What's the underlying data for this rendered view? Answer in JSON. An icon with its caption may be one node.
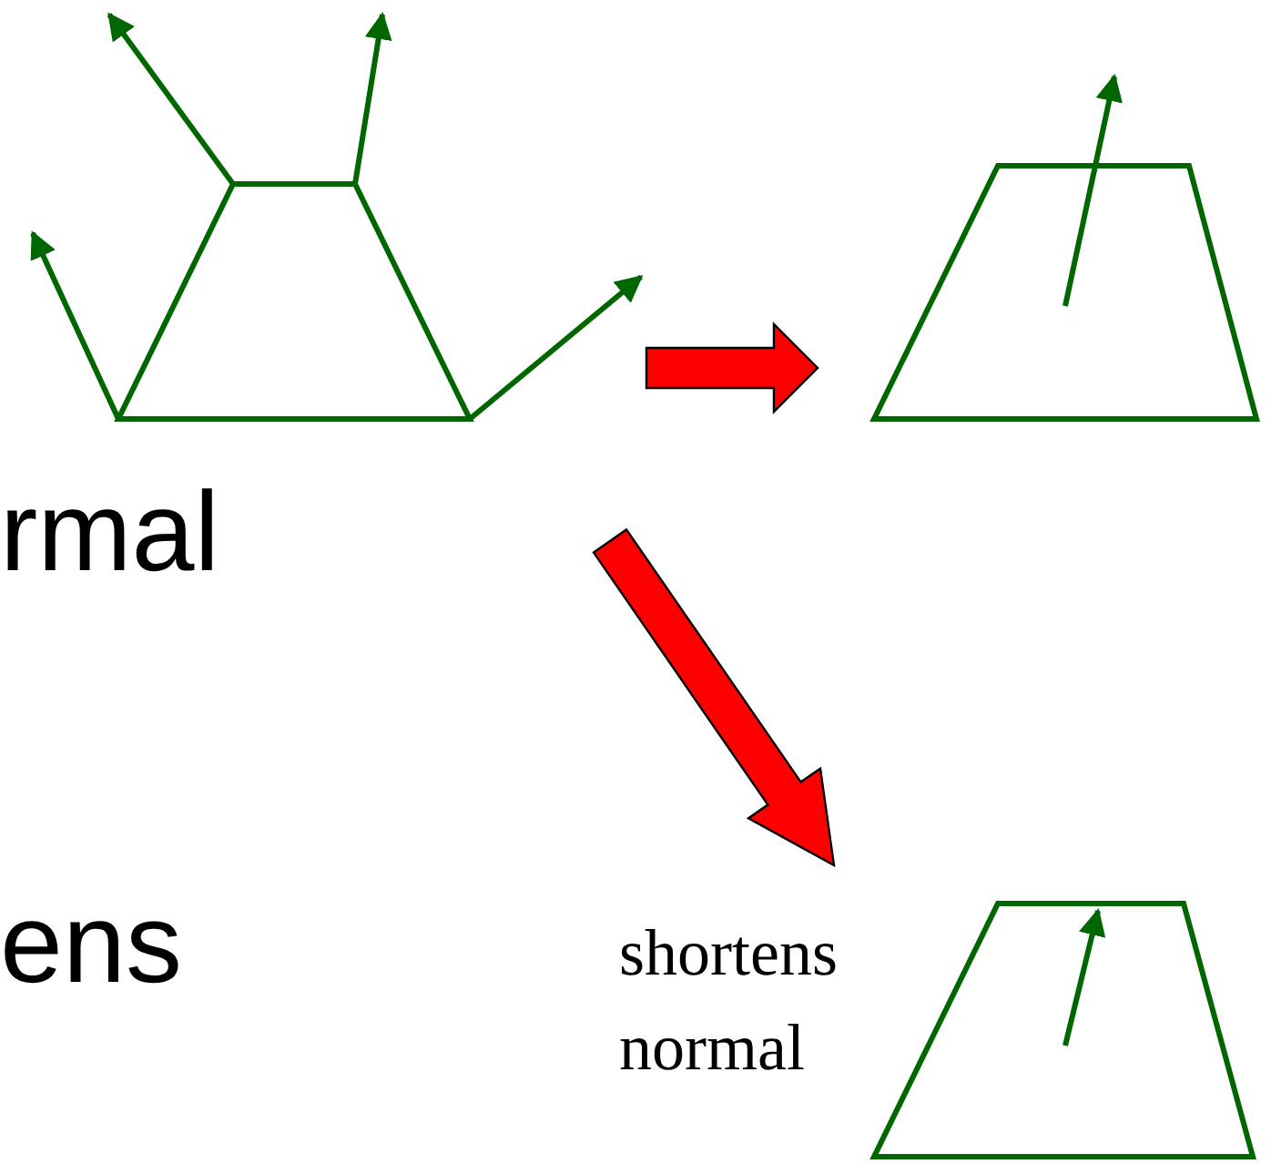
{
  "diagram": {
    "nodes": [
      {
        "text": [],
        "shape": "trapezoid"
      },
      {
        "text": [],
        "shape": "trapezoid"
      },
      {
        "text": [],
        "shape": "trapezoid",
        "beside": [
          "shortens normal"
        ]
      }
    ],
    "edges": [
      {
        "from": 0,
        "to": 1,
        "arrow": "to",
        "style": "thick",
        "color": "#ff0000"
      },
      {
        "from": 0,
        "to": 2,
        "arrow": "to",
        "style": "thick",
        "color": "#ff0000"
      }
    ],
    "labels": [
      "rmal",
      "ens"
    ]
  }
}
